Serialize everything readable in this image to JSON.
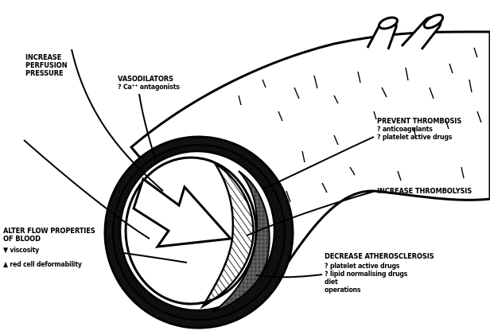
{
  "labels": {
    "perfusion": [
      "INCREASE",
      "PERFUSION",
      "PRESSURE"
    ],
    "vasodilators": {
      "title": "VASODILATORS",
      "item": "? Ca⁺⁺ antagonists"
    },
    "thrombosis": {
      "title": "PREVENT THROMBOSIS",
      "items": [
        "? anticoagulants",
        "? platelet active drugs"
      ]
    },
    "thrombolysis": "INCREASE THROMBOLYSIS",
    "flow": {
      "title": [
        "ALTER FLOW PROPERTIES",
        "OF BLOOD"
      ],
      "items": [
        "▼ viscosity",
        "▲ red cell deformability"
      ]
    },
    "atherosclerosis": {
      "title": "DECREASE ATHEROSCLEROSIS",
      "items": [
        "? platelet active drugs",
        "? lipid normalising drugs",
        "diet",
        "operations"
      ]
    }
  }
}
